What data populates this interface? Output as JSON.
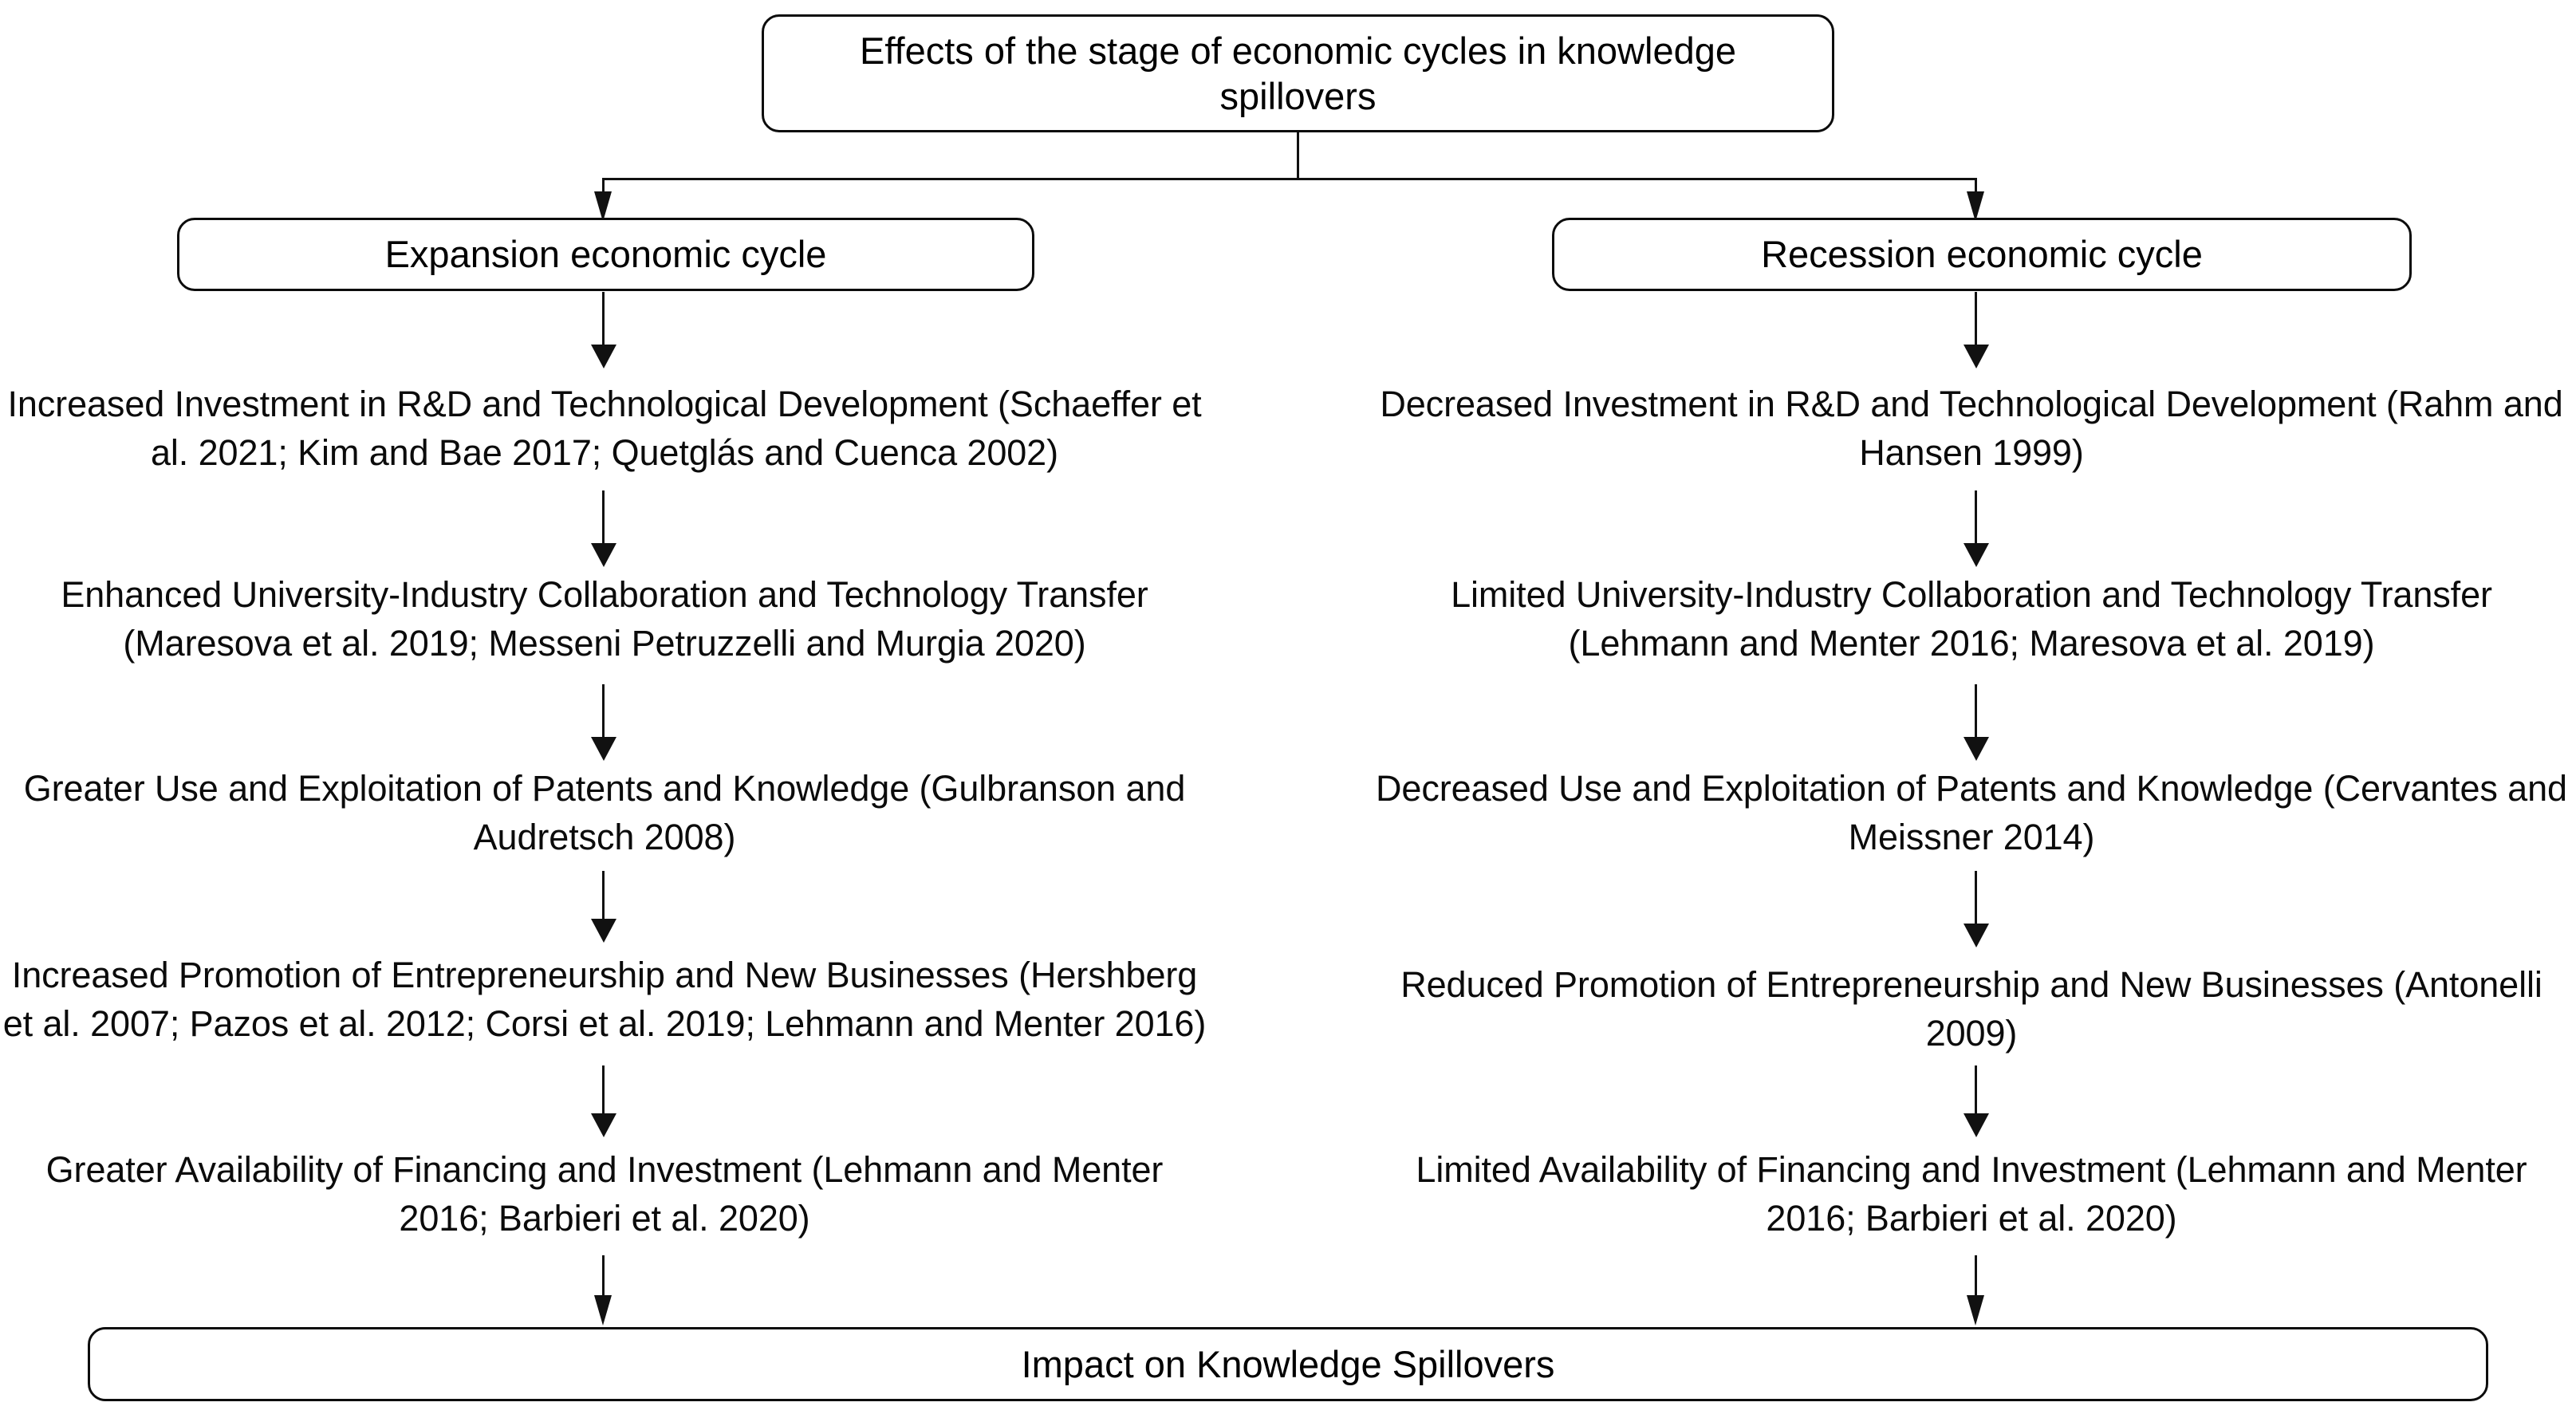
{
  "diagram": {
    "title": "Effects of the stage of economic cycles in knowledge spillovers",
    "root": {
      "label": "Effects of the stage of economic cycles in knowledge spillovers"
    },
    "branches": [
      {
        "id": "expansion",
        "label": "Expansion economic cycle"
      },
      {
        "id": "recession",
        "label": "Recession economic cycle"
      }
    ],
    "columns": {
      "expansion": {
        "steps": [
          {
            "text": "Increased Investment in R&D and Technological Development (Schaeffer et al. 2021; Kim and Bae 2017; Quetglás and Cuenca 2002)"
          },
          {
            "text": "Enhanced University-Industry Collaboration and Technology Transfer (Maresova et al. 2019; Messeni Petruzzelli and Murgia 2020)"
          },
          {
            "text": "Greater Use and Exploitation of Patents and Knowledge (Gulbranson and Audretsch 2008)"
          },
          {
            "text": "Increased Promotion of Entrepreneurship and New Businesses (Hershberg  et al. 2007; Pazos et al. 2012; Corsi  et al. 2019; Lehmann and Menter 2016)"
          },
          {
            "text": "Greater Availability of Financing and Investment (Lehmann and Menter 2016; Barbieri et al. 2020)"
          }
        ]
      },
      "recession": {
        "steps": [
          {
            "text": "Decreased Investment in R&D and Technological Development (Rahm and Hansen 1999)"
          },
          {
            "text": "Limited University-Industry Collaboration and Technology Transfer (Lehmann and Menter 2016; Maresova et al. 2019)"
          },
          {
            "text": "Decreased Use and Exploitation of Patents and Knowledge (Cervantes and Meissner 2014)"
          },
          {
            "text": "Reduced Promotion of Entrepreneurship and New Businesses (Antonelli 2009)"
          },
          {
            "text": "Limited Availability of Financing and Investment (Lehmann and Menter 2016; Barbieri et al. 2020)"
          }
        ]
      }
    },
    "outcome": {
      "label": "Impact on Knowledge Spillovers"
    },
    "colors": {
      "background": "#ffffff",
      "stroke": "#0c0c0c",
      "text": "#0b0b0b"
    }
  }
}
